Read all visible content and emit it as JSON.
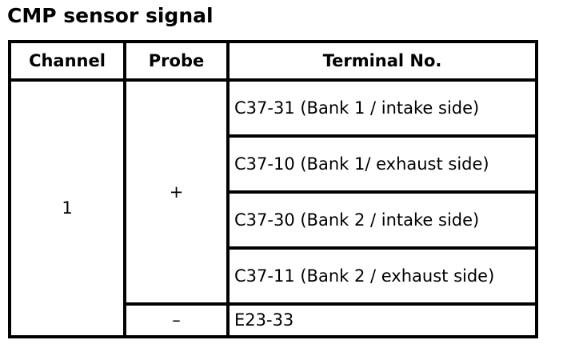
{
  "title": "CMP sensor signal",
  "table": {
    "headers": [
      "Channel",
      "Probe",
      "Terminal No."
    ],
    "rows": {
      "channel": "1",
      "probe_plus": "+",
      "probe_minus": "–",
      "terminals_plus": [
        "C37-31 (Bank 1 / intake side)",
        "C37-10 (Bank 1/ exhaust side)",
        "C37-30 (Bank 2 / intake side)",
        "C37-11 (Bank 2 / exhaust side)"
      ],
      "terminal_minus": "E23-33"
    },
    "colors": {
      "border": "#000000",
      "text": "#000000",
      "background": "#ffffff"
    }
  }
}
